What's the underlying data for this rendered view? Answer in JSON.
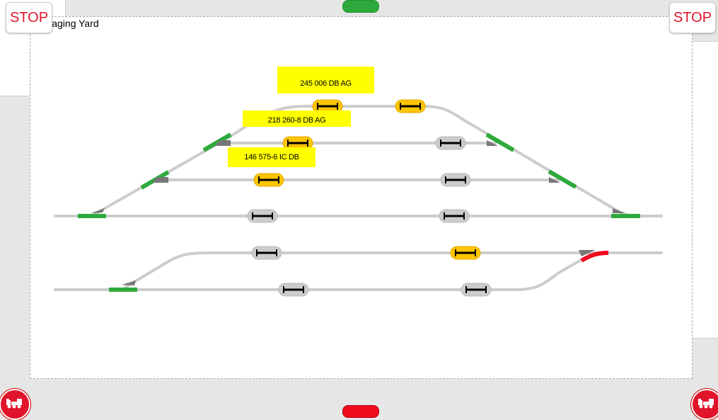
{
  "yard": {
    "title": "Staging Yard"
  },
  "controls": {
    "stop_left": "STOP",
    "stop_right": "STOP",
    "status_top_color": "#2eaa3c",
    "status_bottom_color": "#f00a1e",
    "loco_icon": "locomotive-icon"
  },
  "train_labels": [
    {
      "text": "245 006 DB AG"
    },
    {
      "text": "218 260-8 DB AG"
    },
    {
      "text": "146 575-6 IC DB"
    }
  ],
  "colors": {
    "track": "#cccccc",
    "switch_straight": "#2eaa3c",
    "switch_diverging": "#f00a1e",
    "occupied": "#ffc400",
    "free": "#cccccc",
    "label_bg": "#ffff00"
  },
  "blocks": [
    {
      "id": "B1",
      "state": "occupied"
    },
    {
      "id": "B2",
      "state": "occupied"
    },
    {
      "id": "B3",
      "state": "occupied"
    },
    {
      "id": "B4",
      "state": "free"
    },
    {
      "id": "B5",
      "state": "occupied"
    },
    {
      "id": "B6",
      "state": "free"
    },
    {
      "id": "B7",
      "state": "free"
    },
    {
      "id": "B8",
      "state": "free"
    },
    {
      "id": "B9",
      "state": "free"
    },
    {
      "id": "B10",
      "state": "occupied"
    },
    {
      "id": "B11",
      "state": "free"
    },
    {
      "id": "B12",
      "state": "free"
    }
  ]
}
